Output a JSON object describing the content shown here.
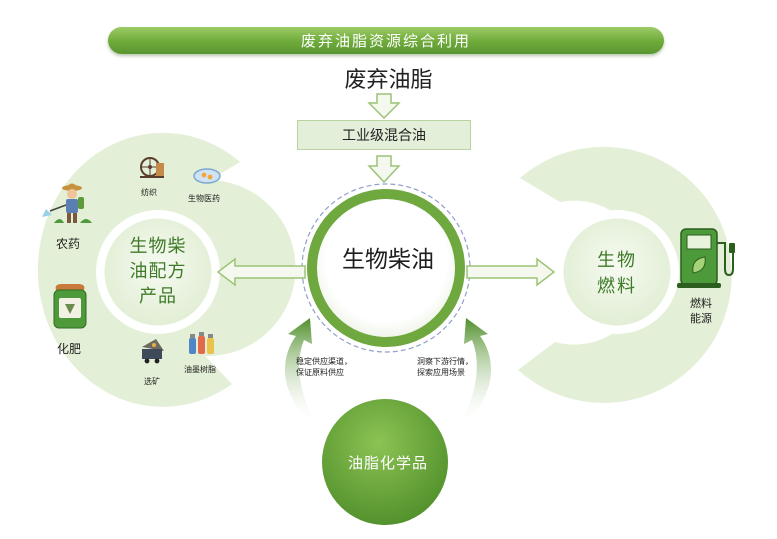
{
  "title": "废弃油脂资源综合利用",
  "source": "废弃油脂",
  "intermediate": "工业级混合油",
  "center": "生物柴油",
  "left_product": "生物柴油配方产品",
  "left_product_lines": [
    "生物柴",
    "油配方",
    "产品"
  ],
  "left_items": {
    "textile": "纺织",
    "medicine": "生物医药",
    "pesticide": "农药",
    "fertilizer": "化肥",
    "mining": "选矿",
    "ink": "油墨树脂"
  },
  "right_product_lines": [
    "生物",
    "燃料"
  ],
  "right_label_lines": [
    "燃料",
    "能源"
  ],
  "bottom": "油脂化学品",
  "note_left_lines": [
    "稳定供应渠道，",
    "保证原料供应"
  ],
  "note_right_lines": [
    "洞察下游行情，",
    "探索应用场景"
  ],
  "colors": {
    "dark_green": "#5e9a33",
    "mid_green": "#8bbd5a",
    "light_panel": "#e3efd6",
    "circle_fill": "#eef5e6",
    "dash_ring": "#8fa0c8"
  },
  "icons": [
    "spinning-wheel-icon",
    "pill-dish-icon",
    "farmer-sprayer-icon",
    "fertilizer-bag-icon",
    "ore-minecart-icon",
    "ink-bottles-icon",
    "fuel-pump-icon"
  ]
}
